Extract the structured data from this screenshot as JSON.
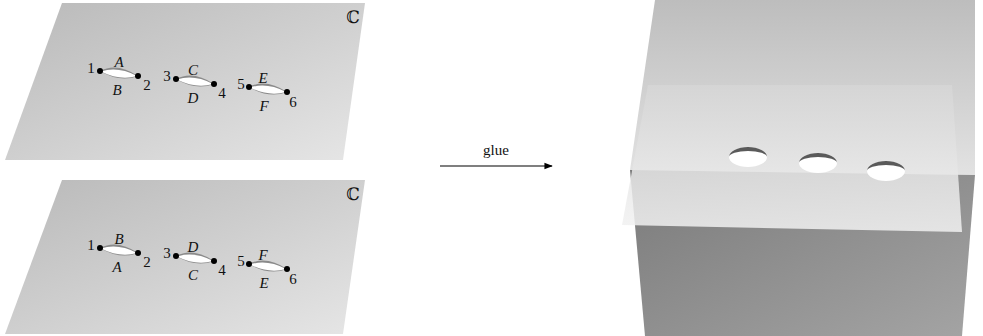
{
  "diagram": {
    "labels": [
      "ℂ",
      "1",
      "A",
      "2",
      "B",
      "3",
      "C",
      "4",
      "D",
      "5",
      "E",
      "6",
      "F",
      "ℂ",
      "1",
      "B",
      "2",
      "A",
      "3",
      "D",
      "4",
      "C",
      "5",
      "F",
      "6",
      "E",
      "glue"
    ]
  }
}
